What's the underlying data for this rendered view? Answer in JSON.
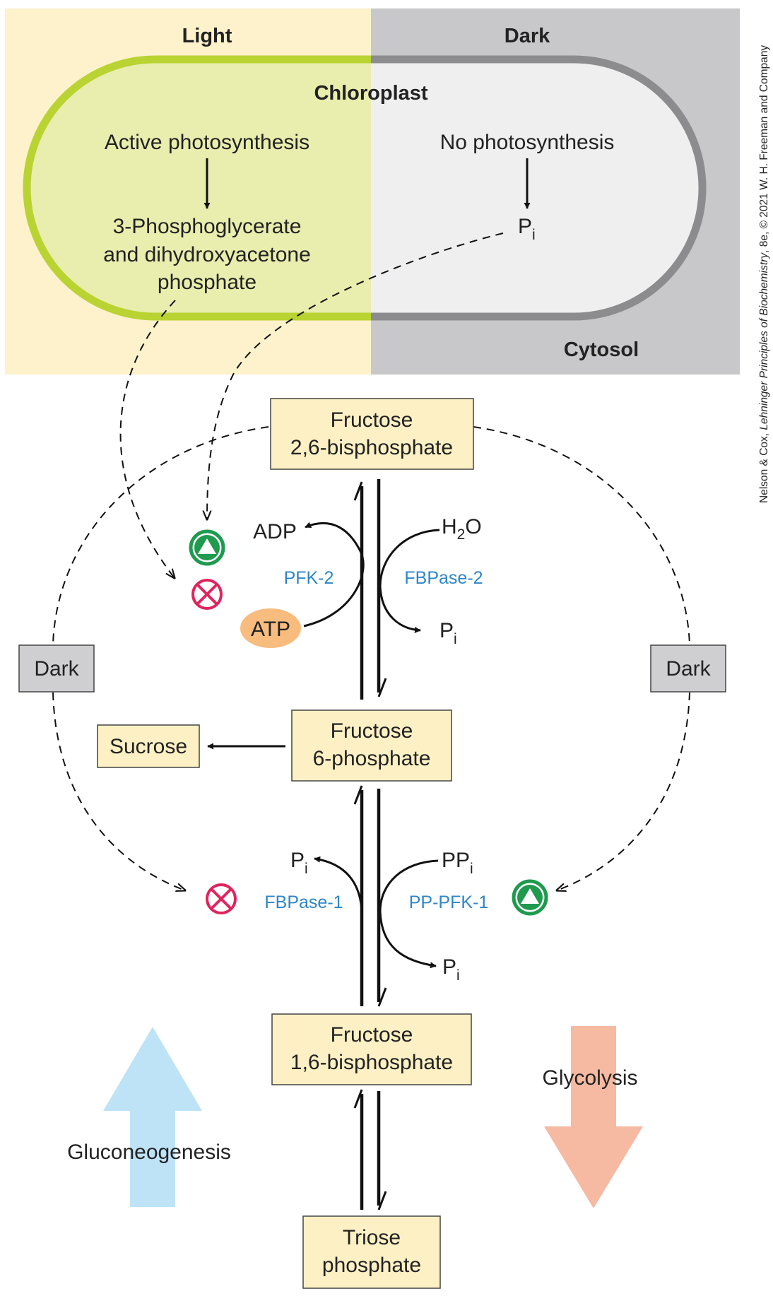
{
  "header": {
    "light": "Light",
    "dark": "Dark"
  },
  "chloroplast": {
    "title": "Chloroplast",
    "active": "Active photosynthesis",
    "product_line1": "3-Phosphoglycerate",
    "product_line2": "and dihydroxyacetone",
    "product_line3": "phosphate",
    "none": "No photosynthesis",
    "pi_base": "P",
    "pi_sub": "i"
  },
  "cytosol": "Cytosol",
  "boxes": {
    "f26bp_1": "Fructose",
    "f26bp_2": "2,6-bisphosphate",
    "f6p_1": "Fructose",
    "f6p_2": "6-phosphate",
    "f16bp_1": "Fructose",
    "f16bp_2": "1,6-bisphosphate",
    "triose_1": "Triose",
    "triose_2": "phosphate",
    "sucrose": "Sucrose",
    "dark_left": "Dark",
    "dark_right": "Dark"
  },
  "upper_reaction": {
    "adp": "ADP",
    "atp": "ATP",
    "h2o_h": "H",
    "h2o_2": "2",
    "h2o_o": "O",
    "pi_base": "P",
    "pi_sub": "i",
    "enzyme_left": "PFK-2",
    "enzyme_right": "FBPase-2"
  },
  "lower_reaction": {
    "pi_left_base": "P",
    "pi_left_sub": "i",
    "ppi_base": "PP",
    "ppi_sub": "i",
    "pi_right_base": "P",
    "pi_right_sub": "i",
    "enzyme_left": "FBPase-1",
    "enzyme_right": "PP-PFK-1"
  },
  "big_arrows": {
    "up": "Gluconeogenesis",
    "down": "Glycolysis"
  },
  "credit": {
    "plain1": "Nelson & Cox, ",
    "italic": "Lehninger Principles of Biochemistry",
    "plain2": ", 8e, © 2021 W. H. Freeman and Company"
  },
  "colors": {
    "light_bg": "#fdf2cc",
    "dark_bg": "#c8c8ca",
    "chloroplast_light_fill": "#e9edae",
    "chloroplast_dark_fill": "#efefef",
    "chloroplast_light_border": "#b9d332",
    "chloroplast_dark_border": "#8c8c8e",
    "box_fill": "#fcf0c4",
    "activator": "#1f9a4e",
    "inhibitor": "#e0245e",
    "atp_fill": "#f7bc7e",
    "up_arrow": "#bfe3f6",
    "down_arrow": "#f6b9a2",
    "enzyme_text": "#2e86c8"
  },
  "icons": [
    "activator-plus-icon",
    "inhibitor-x-icon"
  ]
}
